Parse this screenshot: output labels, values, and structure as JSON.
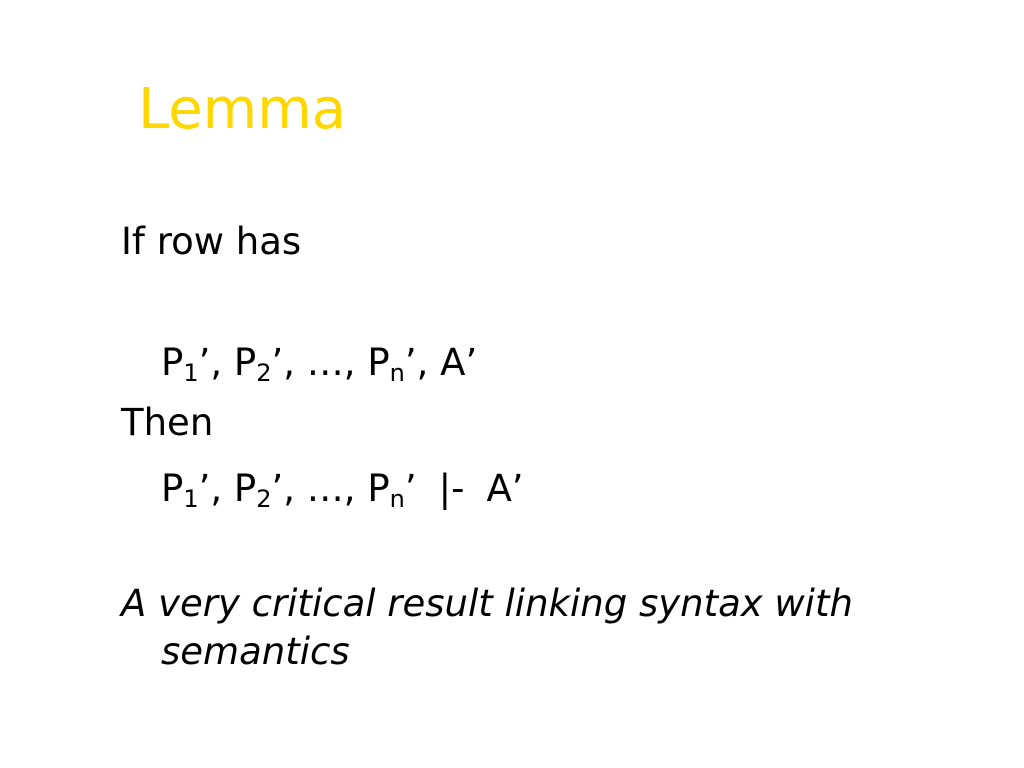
{
  "slide": {
    "title": "Lemma",
    "line1": "If row has",
    "formula1": {
      "p": "P",
      "s1": "1",
      "s2": "2",
      "sn": "n",
      "prime_comma": "’, ",
      "ellipsis": "…, ",
      "tail": "’, A’"
    },
    "line3": "Then",
    "formula2": {
      "p": "P",
      "s1": "1",
      "s2": "2",
      "sn": "n",
      "prime_comma": "’, ",
      "ellipsis": "…, ",
      "prime": "’",
      "turnstile": "|-",
      "conclusion": "A’"
    },
    "remark_line1": "A very critical result linking syntax with",
    "remark_line2": "semantics"
  },
  "colors": {
    "title": "#ffd700",
    "text": "#000000",
    "background": "#ffffff"
  }
}
